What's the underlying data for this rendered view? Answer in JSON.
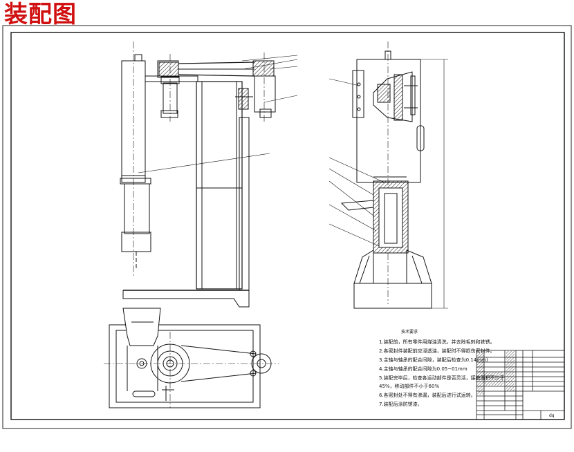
{
  "title_mark": "装配图",
  "tech_notes": {
    "heading": "技术要求",
    "lines": [
      "1.装配前，所有零件用煤油清洗，并去除毛刺和铁锈。",
      "2.各密封件装配前应浸透油，装配时不得损伤密封件。",
      "3.主轴与轴承的配合间隙，装配后检查为0.14mm)",
      "4.主轴与轴承的配合间隙为0.05~01mm",
      "5.装配完毕后，检查各运动部件是否灵活，接触面积不少于",
      "45%，移动部件不小于60%",
      "6.各密封处不得有渗漏，装配后进行试运转。",
      "7.装配后涂防锈漆。"
    ]
  },
  "title_block": {
    "code": "dq"
  }
}
